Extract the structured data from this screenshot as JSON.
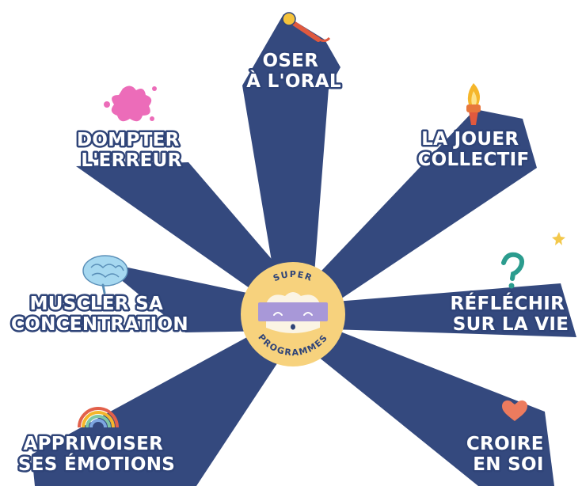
{
  "hub": {
    "top_text": "SUPER",
    "bottom_text": "PROGRAMMES",
    "fill_color": "#f7d27d",
    "mask_color": "#a898d8"
  },
  "ray_color": "#34497e",
  "branches": [
    {
      "id": "oral",
      "line1": "OSER",
      "line2": "À L'ORAL",
      "icon": "microphone-icon"
    },
    {
      "id": "collectif",
      "line1": "LA JOUER",
      "line2": "COLLECTIF",
      "icon": "torch-icon"
    },
    {
      "id": "reflechir",
      "line1": "RÉFLÉCHIR",
      "line2": "SUR LA VIE",
      "icon": "question-mark-icon"
    },
    {
      "id": "soi",
      "line1": "CROIRE",
      "line2": "EN SOI",
      "icon": "heart-icon"
    },
    {
      "id": "emotions",
      "line1": "APPRIVOISER",
      "line2": "SES ÉMOTIONS",
      "icon": "rainbow-icon"
    },
    {
      "id": "concentration",
      "line1": "MUSCLER SA",
      "line2": "CONCENTRATION",
      "icon": "brain-icon"
    },
    {
      "id": "erreur",
      "line1": "DOMPTER",
      "line2": "L'ERREUR",
      "icon": "paint-splash-icon"
    }
  ]
}
